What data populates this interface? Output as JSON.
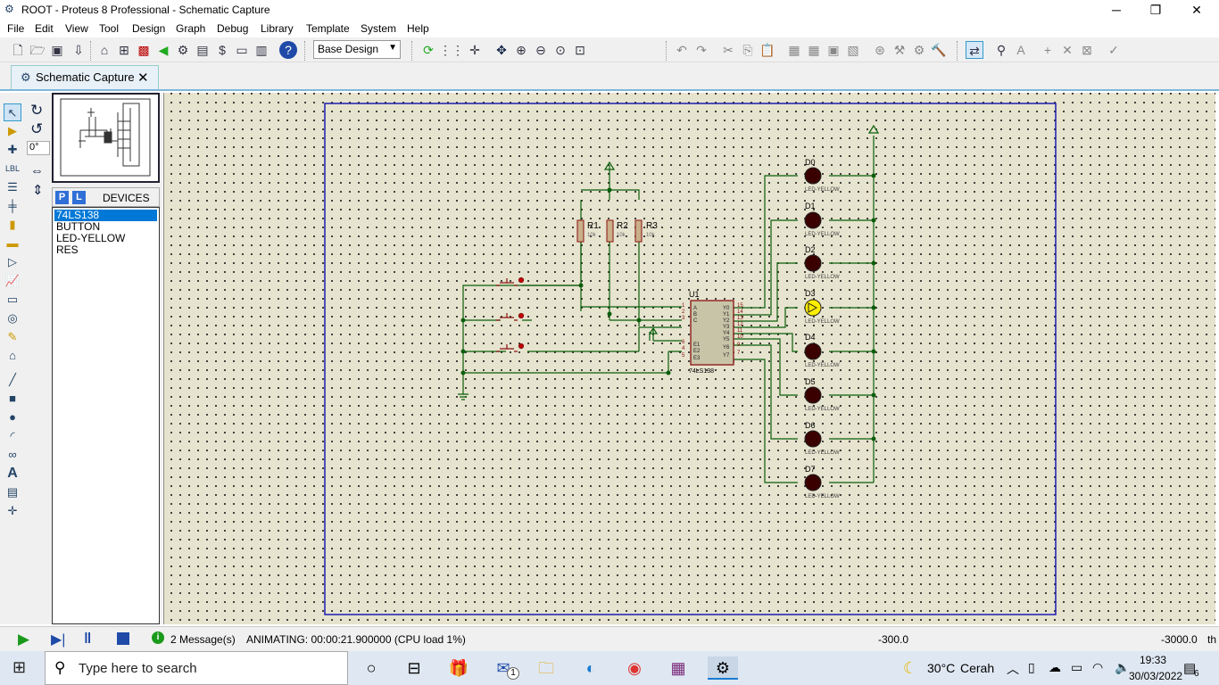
{
  "window": {
    "title": "ROOT - Proteus 8 Professional - Schematic Capture",
    "minimize": "─",
    "restore": "❐",
    "close": "✕"
  },
  "menu": [
    "File",
    "Edit",
    "View",
    "Tool",
    "Design",
    "Graph",
    "Debug",
    "Library",
    "Template",
    "System",
    "Help"
  ],
  "toolbar": {
    "design_select": "Base Design"
  },
  "tab": {
    "label": "Schematic Capture",
    "close": "✕"
  },
  "left": {
    "rotation": "0°",
    "p_button": "P",
    "l_button": "L",
    "devices_label": "DEVICES",
    "devices": [
      "74LS138",
      "BUTTON",
      "LED-YELLOW",
      "RES"
    ],
    "selected_device": "74LS138"
  },
  "schematic": {
    "u1_label": "U1",
    "u1_part": "74LS138",
    "u1_inputs": [
      "A",
      "B",
      "C",
      "E1",
      "E2",
      "E3"
    ],
    "u1_outputs": [
      "Y0",
      "Y1",
      "Y2",
      "Y3",
      "Y4",
      "Y5",
      "Y6",
      "Y7"
    ],
    "u1_in_pins": [
      "1",
      "2",
      "3",
      "6",
      "4",
      "5"
    ],
    "u1_out_pins": [
      "15",
      "14",
      "13",
      "12",
      "11",
      "10",
      "9",
      "7"
    ],
    "resistors": [
      {
        "name": "R1",
        "value": "10k"
      },
      {
        "name": "R2",
        "value": "10k"
      },
      {
        "name": "R3",
        "value": "10k"
      }
    ],
    "leds": [
      {
        "name": "D0",
        "part": "LED-YELLOW",
        "lit": false
      },
      {
        "name": "D1",
        "part": "LED-YELLOW",
        "lit": false
      },
      {
        "name": "D2",
        "part": "LED-YELLOW",
        "lit": false
      },
      {
        "name": "D3",
        "part": "LED-YELLOW",
        "lit": true
      },
      {
        "name": "D4",
        "part": "LED-YELLOW",
        "lit": false
      },
      {
        "name": "D5",
        "part": "LED-YELLOW",
        "lit": false
      },
      {
        "name": "D6",
        "part": "LED-YELLOW",
        "lit": false
      },
      {
        "name": "D7",
        "part": "LED-YELLOW",
        "lit": false
      }
    ],
    "colors": {
      "wire": "#0b5e0b",
      "frame": "#1c1cb0",
      "component": "#8b1010",
      "body": "#c8c4a8",
      "led_off": "#3a0000",
      "led_on": "#ffee00"
    }
  },
  "status": {
    "messages": "2 Message(s)",
    "animating": "ANIMATING: 00:00:21.900000 (CPU load 1%)",
    "x": "-300.0",
    "y": "-3000.0",
    "unit": "th"
  },
  "taskbar": {
    "search_placeholder": "Type here to search",
    "weather_temp": "30°C",
    "weather_desc": "Cerah",
    "time": "19:33",
    "date": "30/03/2022",
    "notifications": "6",
    "mail_badge": "1"
  }
}
